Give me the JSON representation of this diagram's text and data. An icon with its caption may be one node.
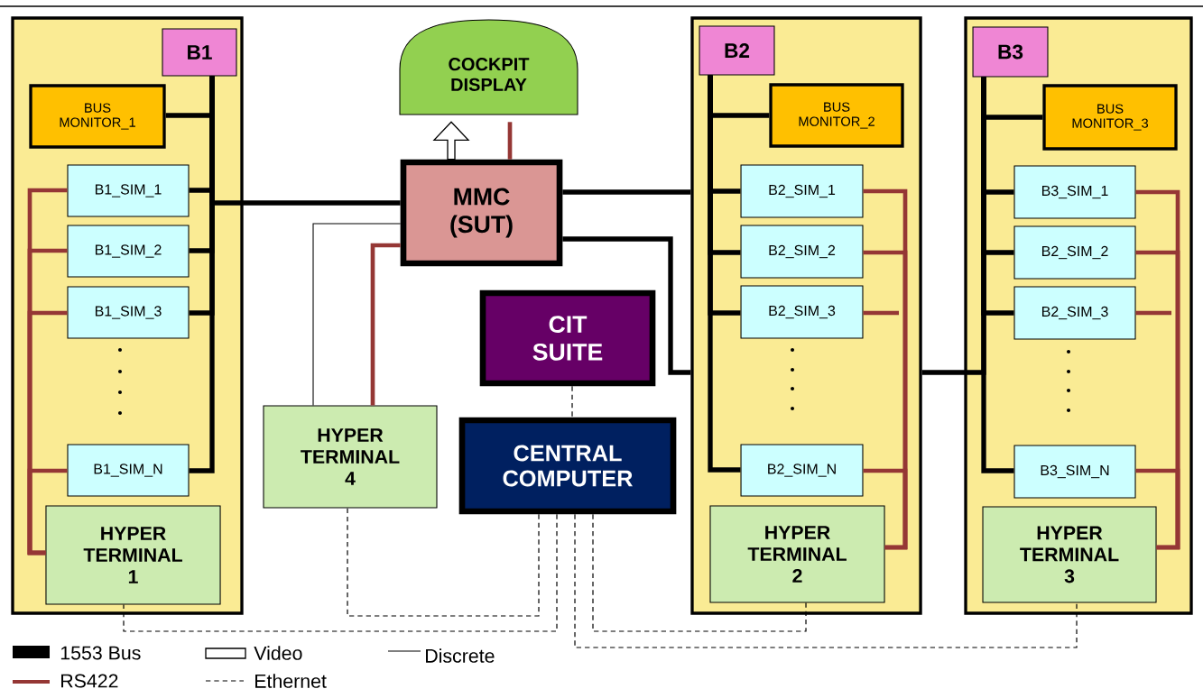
{
  "diagram": {
    "nodes": [
      {
        "text": [],
        "shape": "box"
      },
      {
        "text": [
          "B1"
        ],
        "in": 0
      },
      {
        "text": [
          "BUS MONITOR_1"
        ],
        "in": 0
      },
      {
        "text": [
          "B1_SIM_1"
        ],
        "in": 0
      },
      {
        "text": [
          "B1_SIM_2"
        ],
        "in": 0
      },
      {
        "text": [
          "B1_SIM_3"
        ],
        "in": 0
      },
      {
        "text": [
          "B1_SIM_N"
        ],
        "in": 0
      },
      {
        "text": [
          "HYPER TERMINAL 1"
        ],
        "in": 0
      },
      {
        "text": [
          "COCKPIT DISPLAY"
        ]
      },
      {
        "text": [
          "MMC (SUT)"
        ]
      },
      {
        "text": [
          "CIT SUITE"
        ]
      },
      {
        "text": [
          "HYPER TERMINAL 4"
        ]
      },
      {
        "text": [
          "CENTRAL COMPUTER"
        ]
      },
      {
        "text": [],
        "shape": "box"
      },
      {
        "text": [
          "B2"
        ],
        "in": 13
      },
      {
        "text": [
          "BUS MONITOR_2"
        ],
        "in": 13
      },
      {
        "text": [
          "B2_SIM_1"
        ],
        "in": 13
      },
      {
        "text": [
          "B2_SIM_2"
        ],
        "in": 13
      },
      {
        "text": [
          "B2_SIM_3"
        ],
        "in": 13
      },
      {
        "text": [
          "B2_SIM_N"
        ],
        "in": 13
      },
      {
        "text": [
          "HYPER TERMINAL 2"
        ],
        "in": 13
      },
      {
        "text": [],
        "shape": "box"
      },
      {
        "text": [
          "B3"
        ],
        "in": 21
      },
      {
        "text": [
          "BUS MONITOR_3"
        ],
        "in": 21
      },
      {
        "text": [
          "B3_SIM_1"
        ],
        "in": 21
      },
      {
        "text": [
          "B2_SIM_2"
        ],
        "in": 21
      },
      {
        "text": [
          "B2_SIM_3"
        ],
        "in": 21
      },
      {
        "text": [
          "B3_SIM_N"
        ],
        "in": 21
      },
      {
        "text": [
          "HYPER TERMINAL 3"
        ],
        "in": 21
      }
    ],
    "edges": [
      {
        "from": 1,
        "to": 2,
        "arrow": "none"
      },
      {
        "from": 1,
        "to": 3,
        "arrow": "none"
      },
      {
        "from": 1,
        "to": 4,
        "arrow": "none"
      },
      {
        "from": 1,
        "to": 5,
        "arrow": "none"
      },
      {
        "from": 1,
        "to": 6,
        "arrow": "none"
      },
      {
        "from": 9,
        "to": 1,
        "arrow": "none"
      },
      {
        "from": 9,
        "to": 13,
        "arrow": "none"
      },
      {
        "from": 9,
        "to": 13,
        "arrow": "none"
      },
      {
        "from": 13,
        "to": 22,
        "arrow": "none"
      },
      {
        "from": 14,
        "to": 15,
        "arrow": "none"
      },
      {
        "from": 14,
        "to": 16,
        "arrow": "none"
      },
      {
        "from": 14,
        "to": 17,
        "arrow": "none"
      },
      {
        "from": 14,
        "to": 18,
        "arrow": "none"
      },
      {
        "from": 14,
        "to": 19,
        "arrow": "none"
      },
      {
        "from": 22,
        "to": 23,
        "arrow": "none"
      },
      {
        "from": 22,
        "to": 24,
        "arrow": "none"
      },
      {
        "from": 22,
        "to": 25,
        "arrow": "none"
      },
      {
        "from": 22,
        "to": 26,
        "arrow": "none"
      },
      {
        "from": 22,
        "to": 27,
        "arrow": "none"
      },
      {
        "from": 7,
        "to": 3,
        "arrow": "none",
        "color": "#953735"
      },
      {
        "from": 7,
        "to": 4,
        "arrow": "none",
        "color": "#953735"
      },
      {
        "from": 7,
        "to": 5,
        "arrow": "none",
        "color": "#953735"
      },
      {
        "from": 7,
        "to": 6,
        "arrow": "none",
        "color": "#953735"
      },
      {
        "from": 20,
        "to": 16,
        "arrow": "none",
        "color": "#953735"
      },
      {
        "from": 20,
        "to": 17,
        "arrow": "none",
        "color": "#953735"
      },
      {
        "from": 18,
        "to": null,
        "arrow": "none",
        "color": "#953735"
      },
      {
        "from": 20,
        "to": 19,
        "arrow": "none",
        "color": "#953735"
      },
      {
        "from": 28,
        "to": 24,
        "arrow": "none",
        "color": "#953735"
      },
      {
        "from": 28,
        "to": 25,
        "arrow": "none",
        "color": "#953735"
      },
      {
        "from": 26,
        "to": null,
        "arrow": "none",
        "color": "#953735"
      },
      {
        "from": 28,
        "to": 27,
        "arrow": "none",
        "color": "#953735"
      },
      {
        "from": 9,
        "to": 8,
        "arrow": "none",
        "color": "#953735"
      },
      {
        "from": 9,
        "to": 11,
        "arrow": "none",
        "color": "#953735"
      },
      {
        "from": 9,
        "to": 8,
        "arrow": "to"
      },
      {
        "from": 9,
        "to": 11,
        "arrow": "none"
      },
      {
        "from": 10,
        "to": 12,
        "arrow": "none",
        "style": "dashed"
      },
      {
        "from": 12,
        "to": 11,
        "arrow": "none",
        "style": "dashed"
      },
      {
        "from": 12,
        "to": 7,
        "arrow": "none",
        "style": "dashed"
      },
      {
        "from": 12,
        "to": 20,
        "arrow": "none",
        "style": "dashed"
      },
      {
        "from": 12,
        "to": 28,
        "arrow": "none",
        "style": "dashed"
      }
    ],
    "legend": [
      {
        "text": "1553 Bus"
      },
      {
        "text": "Video"
      },
      {
        "text": "Discrete"
      },
      {
        "text": "RS422"
      },
      {
        "text": "Ethernet"
      }
    ]
  }
}
